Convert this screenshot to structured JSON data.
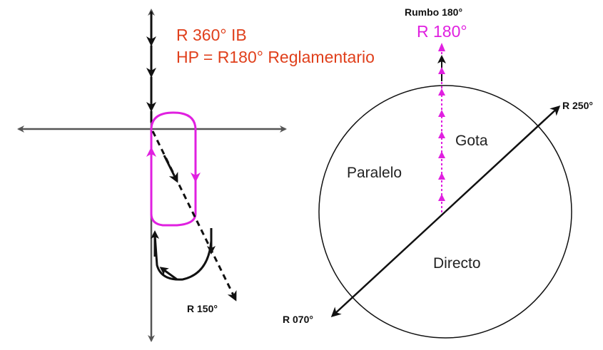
{
  "left_diagram": {
    "title_line1": "R 360° IB",
    "title_line2": "HP = R180° Reglamentario",
    "radial_label": "R 150°"
  },
  "right_diagram": {
    "heading_small": "Rumbo 180°",
    "heading_big": "R 180°",
    "sector_gota": "Gota",
    "sector_paralelo": "Paralelo",
    "sector_directo": "Directo",
    "radial_250": "R 250°",
    "radial_070": "R 070°"
  },
  "colors": {
    "title_red": "#e0401c",
    "holding_magenta": "#e020e0",
    "axes_gray": "#555555",
    "track_black": "#111111"
  }
}
